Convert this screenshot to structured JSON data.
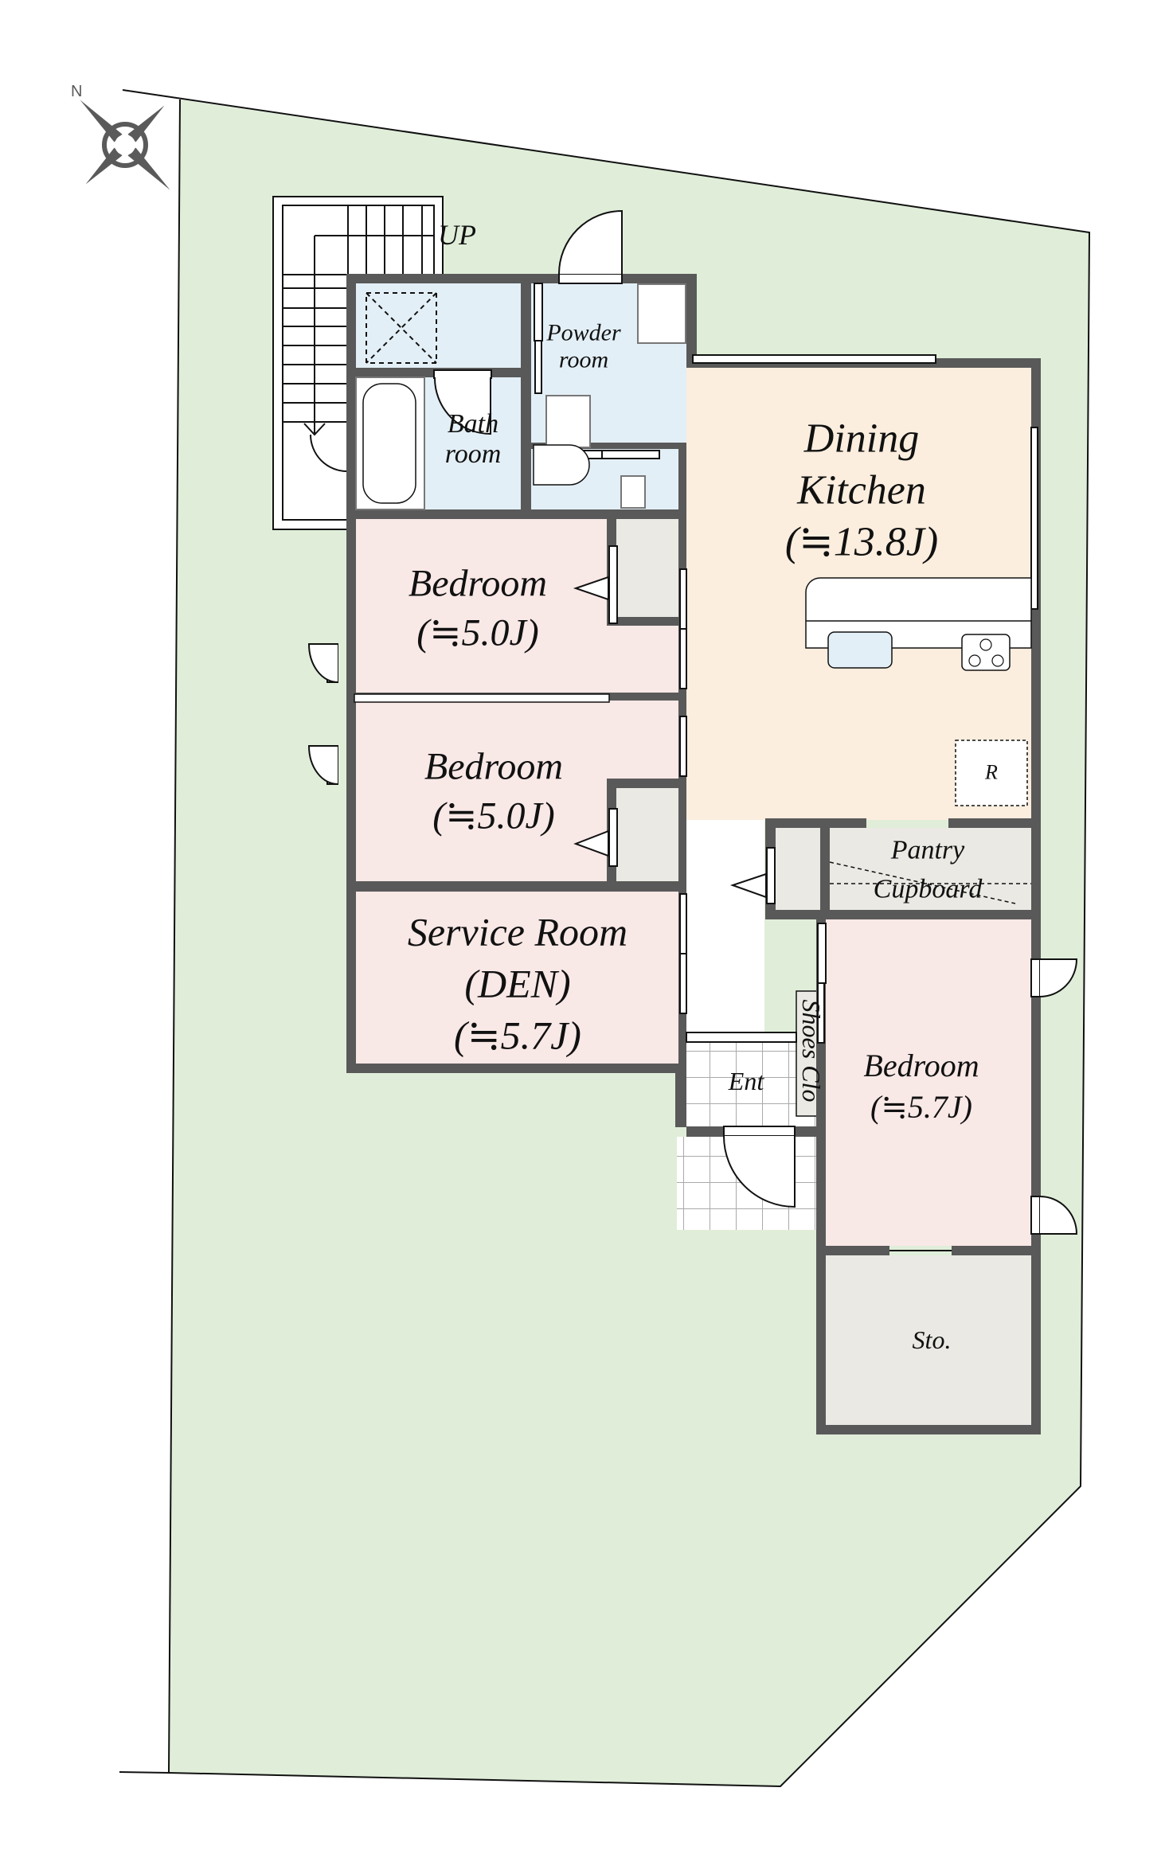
{
  "plan": {
    "type": "floor-plan",
    "north_label": "N",
    "colors": {
      "lot": "#e0eed9",
      "lot_line": "#111111",
      "wall": "#595959",
      "wet_area": "#e3eff6",
      "kitchen": "#fbeede",
      "bedroom": "#f8e8e6",
      "storage": "#eae9e4",
      "hall": "#ffffff",
      "tile_line": "#aaaaaa"
    },
    "stairs": {
      "label": "UP"
    },
    "rooms": [
      {
        "id": "powder-room",
        "line1": "Powder",
        "line2": "room"
      },
      {
        "id": "bathroom",
        "line1": "Bath",
        "line2": "room"
      },
      {
        "id": "dining-kitchen",
        "line1": "Dining",
        "line2": "Kitchen",
        "area": "(≒13.8J)"
      },
      {
        "id": "bedroom-1",
        "line1": "Bedroom",
        "area": "(≒5.0J)"
      },
      {
        "id": "bedroom-2",
        "line1": "Bedroom",
        "area": "(≒5.0J)"
      },
      {
        "id": "service-room",
        "line1": "Service Room",
        "line2": "(DEN)",
        "area": "(≒5.7J)"
      },
      {
        "id": "pantry",
        "line1": "Pantry",
        "line2": "Cupboard"
      },
      {
        "id": "bedroom-3",
        "line1": "Bedroom",
        "area": "(≒5.7J)"
      },
      {
        "id": "entrance",
        "line1": "Ent"
      },
      {
        "id": "shoes-closet",
        "line1": "Shoes Clo"
      },
      {
        "id": "storage",
        "line1": "Sto."
      },
      {
        "id": "refrigerator",
        "line1": "R"
      }
    ]
  }
}
